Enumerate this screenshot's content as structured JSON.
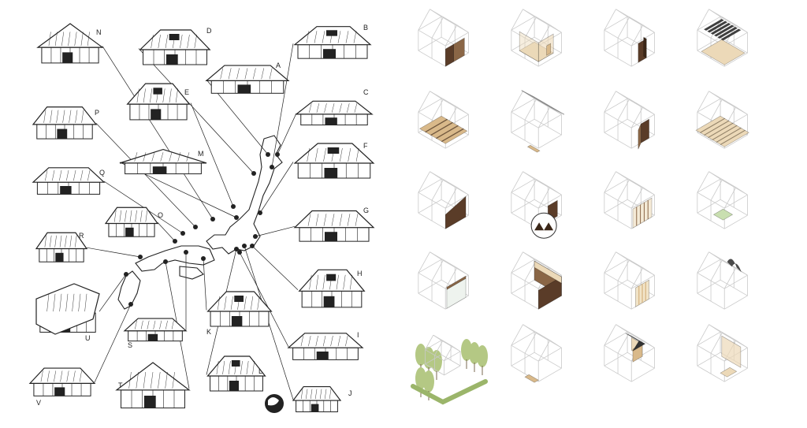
{
  "map_figure": {
    "house_labels": [
      "N",
      "D",
      "B",
      "A",
      "E",
      "C",
      "P",
      "M",
      "F",
      "Q",
      "O",
      "G",
      "R",
      "H",
      "U",
      "S",
      "K",
      "I",
      "L",
      "V",
      "T",
      "J"
    ]
  },
  "palette": {
    "ink": "#222222",
    "ghost_line": "#c9c9c9",
    "dark_wood": "#5a3c28",
    "mid_wood": "#8a6646",
    "light_wood": "#d9b98a",
    "pale_wood": "#ecd9b8",
    "roof_grey": "#8b8b8b",
    "tree_green": "#b4c884",
    "hedge_green": "#9bb56a",
    "glass_green": "#c9dfb0"
  },
  "component_grid": {
    "rows": 5,
    "cols": 4,
    "cells": [
      {
        "row": 0,
        "col": 0,
        "component": "sliding-wood-doors"
      },
      {
        "row": 0,
        "col": 1,
        "component": "two-storey-room-volume"
      },
      {
        "row": 0,
        "col": 2,
        "component": "dark-wood-cabinet"
      },
      {
        "row": 0,
        "col": 3,
        "component": "slatted-roof-canopy"
      },
      {
        "row": 1,
        "col": 0,
        "component": "floor-joist-platform"
      },
      {
        "row": 1,
        "col": 1,
        "component": "corrugated-roof"
      },
      {
        "row": 1,
        "col": 2,
        "component": "hinged-wood-door"
      },
      {
        "row": 1,
        "col": 3,
        "component": "timber-deck"
      },
      {
        "row": 2,
        "col": 0,
        "component": "sloped-dark-wall-panel"
      },
      {
        "row": 2,
        "col": 1,
        "component": "wall-panel-with-section"
      },
      {
        "row": 2,
        "col": 2,
        "component": "shoji-screen-wall"
      },
      {
        "row": 2,
        "col": 3,
        "component": "small-glass-box"
      },
      {
        "row": 3,
        "col": 0,
        "component": "glazed-window-wall"
      },
      {
        "row": 3,
        "col": 1,
        "component": "wood-clad-enclosure"
      },
      {
        "row": 3,
        "col": 2,
        "component": "shoji-panels"
      },
      {
        "row": 3,
        "col": 3,
        "component": "small-curved-roof"
      },
      {
        "row": 4,
        "col": 0,
        "component": "tree-and-hedge-garden"
      },
      {
        "row": 4,
        "col": 1,
        "component": "entry-step"
      },
      {
        "row": 4,
        "col": 2,
        "component": "raised-hut"
      },
      {
        "row": 4,
        "col": 3,
        "component": "timber-frame-shelf"
      }
    ]
  }
}
